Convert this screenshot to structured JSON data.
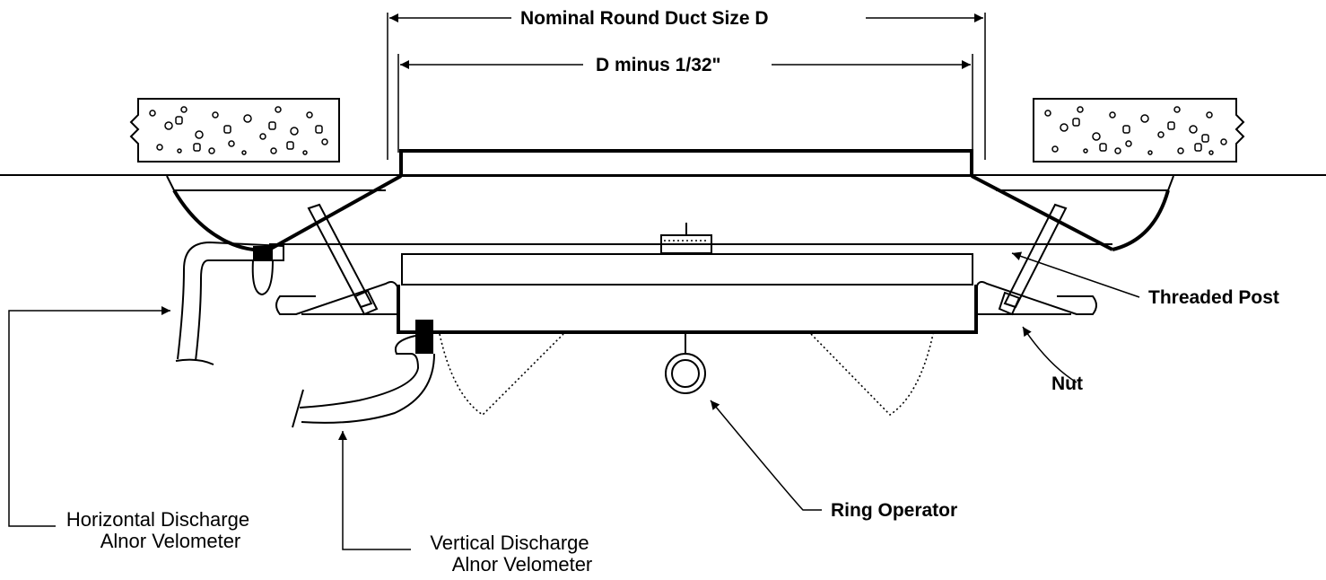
{
  "labels": {
    "nominal_size": "Nominal Round Duct Size D",
    "d_minus": "D minus 1/32\"",
    "threaded_post": "Threaded Post",
    "nut": "Nut",
    "ring_operator": "Ring Operator",
    "horizontal_line1": "Horizontal Discharge",
    "horizontal_line2": "Alnor Velometer",
    "vertical_line1": "Vertical Discharge",
    "vertical_line2": "Alnor Velometer"
  }
}
